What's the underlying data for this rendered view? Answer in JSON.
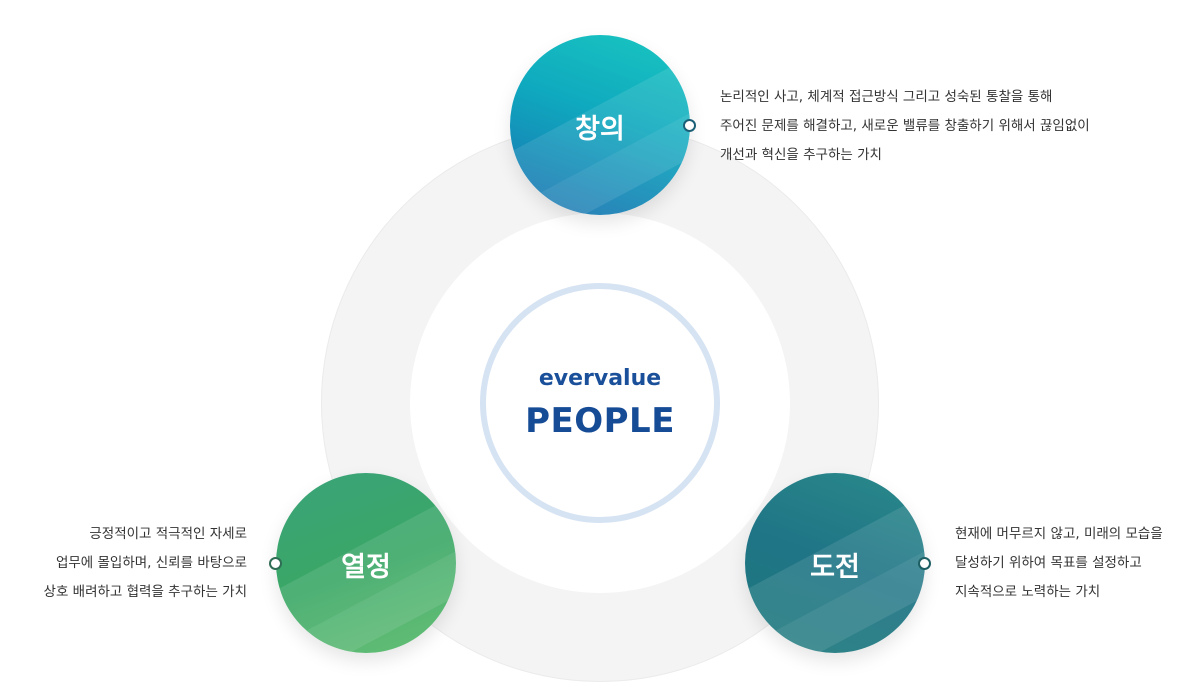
{
  "center": {
    "brand": "evervalue",
    "title": "PEOPLE"
  },
  "values": {
    "creativity": {
      "label": "창의",
      "lines": [
        "논리적인 사고, 체계적 접근방식 그리고 성숙된 통찰을 통해",
        "주어진 문제를 해결하고, 새로운 밸류를 창출하기 위해서 끊임없이",
        "개선과 혁신을 추구하는 가치"
      ],
      "color": "#0fa9bf"
    },
    "passion": {
      "label": "열정",
      "lines": [
        "긍정적이고 적극적인 자세로",
        "업무에 몰입하며, 신뢰를 바탕으로",
        "상호 배려하고 협력을 추구하는 가치"
      ],
      "color": "#3aa766"
    },
    "challenge": {
      "label": "도전",
      "lines": [
        "현재에 머무르지 않고, 미래의 모습을",
        "달성하기 위하여 목표를 설정하고",
        "지속적으로 노력하는 가치"
      ],
      "color": "#1f7486"
    }
  }
}
